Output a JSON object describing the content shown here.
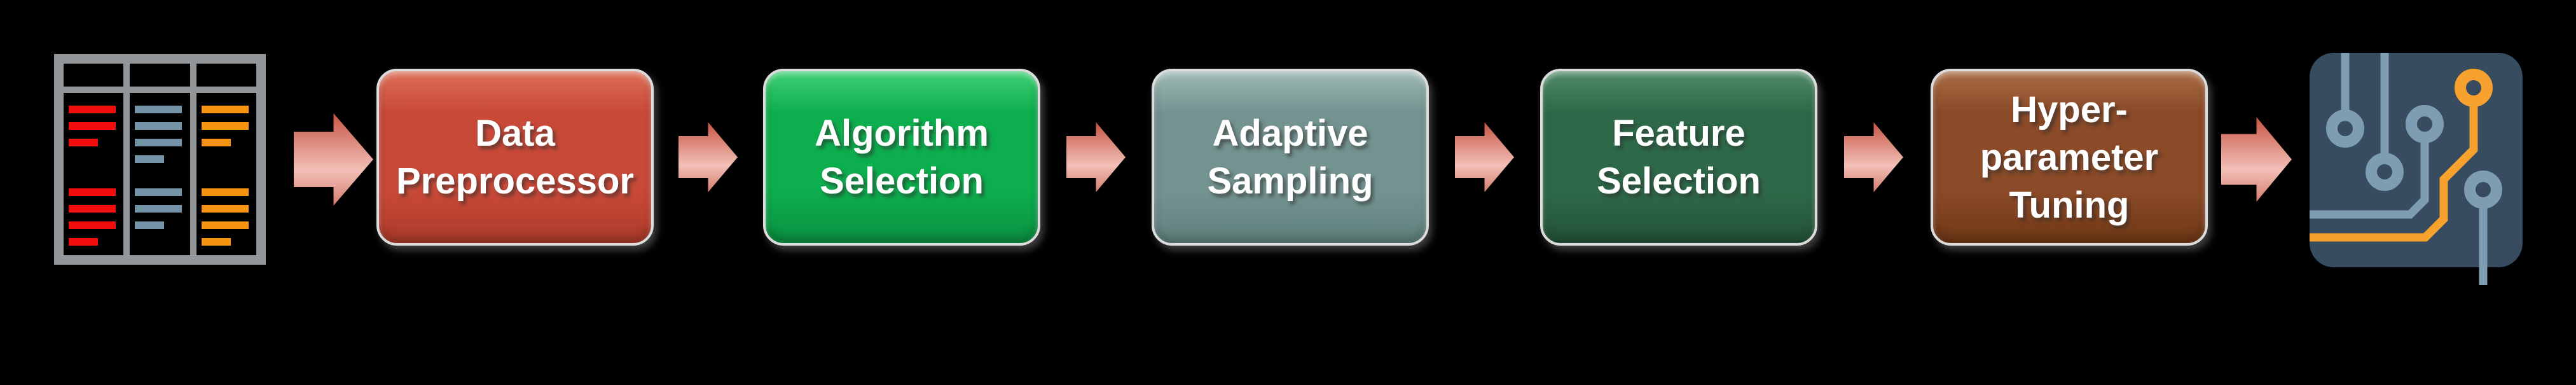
{
  "diagram": {
    "background": "#000000",
    "text_color": "#FFFFFF",
    "input_icon": {
      "name": "dataset-table-icon",
      "grid_color": "#939699",
      "cell_color": "#000000",
      "columns": [
        {
          "name": "red-column",
          "color": "#F10D0D",
          "bars": [
            "wide",
            "wide",
            "short",
            "none",
            "none",
            "wide",
            "wide",
            "wide",
            "short"
          ]
        },
        {
          "name": "blue-column",
          "color": "#7593A6",
          "bars": [
            "wide",
            "wide",
            "wide",
            "short",
            "none",
            "wide",
            "wide",
            "short",
            "none"
          ]
        },
        {
          "name": "orange-column",
          "color": "#F6930F",
          "bars": [
            "wide",
            "wide",
            "short",
            "none",
            "none",
            "wide",
            "wide",
            "wide",
            "short"
          ]
        }
      ]
    },
    "arrow": {
      "name": "flow-arrow-icon",
      "color_top": "#C65442",
      "color_mid": "#F2C0B8",
      "color_bottom": "#D57C6C"
    },
    "stages": [
      {
        "label_lines": [
          "Data",
          "Preprocessor"
        ],
        "colors": {
          "base": "#C94938",
          "light": "#DD6F58",
          "dark": "#AC3A2A"
        }
      },
      {
        "label_lines": [
          "Algorithm",
          "Selection"
        ],
        "colors": {
          "base": "#0DAE4E",
          "light": "#3FCE74",
          "dark": "#0A9040"
        }
      },
      {
        "label_lines": [
          "Adaptive",
          "Sampling"
        ],
        "colors": {
          "base": "#739390",
          "light": "#9EB9B5",
          "dark": "#5F817D"
        }
      },
      {
        "label_lines": [
          "Feature",
          "Selection"
        ],
        "colors": {
          "base": "#2D6948",
          "light": "#4F8A68",
          "dark": "#235237"
        }
      },
      {
        "label_lines": [
          "Hyper-",
          "parameter",
          "Tuning"
        ],
        "colors": {
          "base": "#8B4A28",
          "light": "#A96C45",
          "dark": "#6F3715"
        }
      }
    ],
    "output_icon": {
      "name": "circuit-board-icon",
      "board_color": "#374C5E",
      "trace_color": "#7F9DB2",
      "accent_color": "#F7A12F"
    }
  }
}
